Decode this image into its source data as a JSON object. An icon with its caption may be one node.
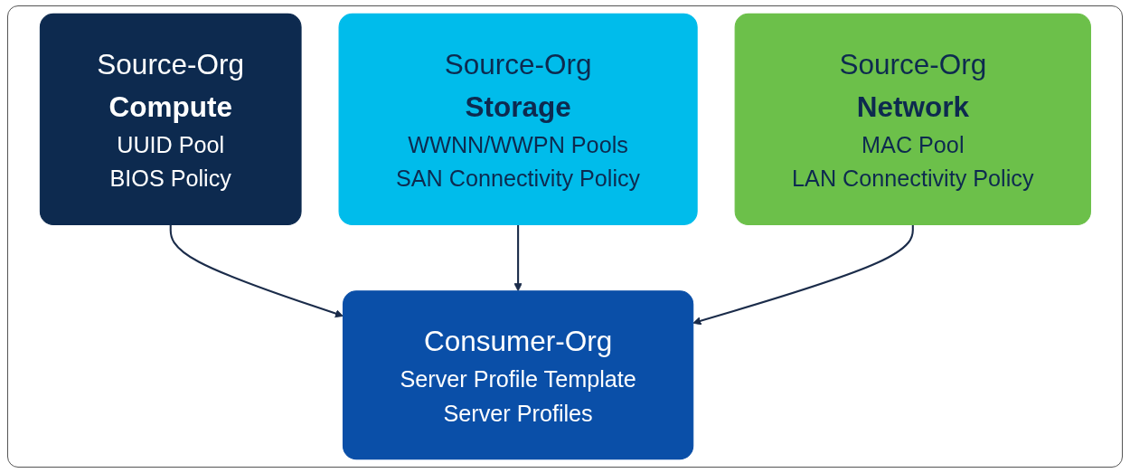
{
  "diagram": {
    "nodes": [
      {
        "text": [
          "Source-Org",
          "Compute",
          "UUID Pool",
          "BIOS Policy"
        ]
      },
      {
        "text": [
          "Source-Org",
          "Storage",
          "WWNN/WWPN Pools",
          "SAN Connectivity Policy"
        ]
      },
      {
        "text": [
          "Source-Org",
          "Network",
          "MAC Pool",
          "LAN Connectivity Policy"
        ]
      },
      {
        "text": [
          "Consumer-Org",
          "Server Profile Template",
          "Server Profiles"
        ]
      }
    ],
    "edges": [
      {
        "from": 0,
        "to": 3,
        "arrow": "to"
      },
      {
        "from": 1,
        "to": 3,
        "arrow": "to"
      },
      {
        "from": 2,
        "to": 3,
        "arrow": "to"
      }
    ]
  }
}
